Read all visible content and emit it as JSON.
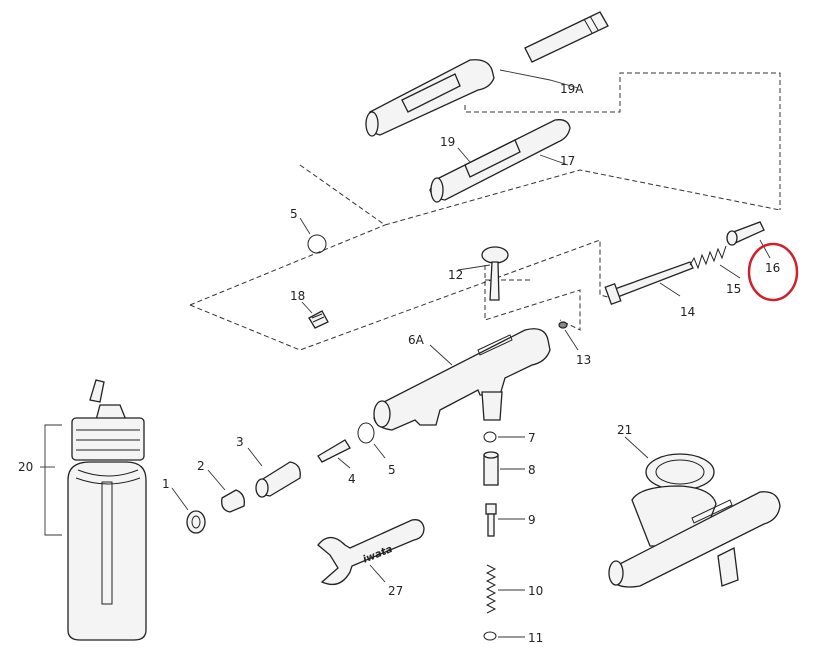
{
  "diagram": {
    "labels": {
      "p1": "1",
      "p2": "2",
      "p3": "3",
      "p4": "4",
      "p5a": "5",
      "p5b": "5",
      "p6A": "6A",
      "p7": "7",
      "p8": "8",
      "p9": "9",
      "p10": "10",
      "p11": "11",
      "p12": "12",
      "p13": "13",
      "p14": "14",
      "p15": "15",
      "p16": "16",
      "p17": "17",
      "p18": "18",
      "p19": "19",
      "p19A": "19A",
      "p20": "20",
      "p21": "21",
      "p27": "27"
    },
    "wrench_brand": "iwata",
    "highlight": {
      "part": "16",
      "color": "#d0202a"
    }
  }
}
